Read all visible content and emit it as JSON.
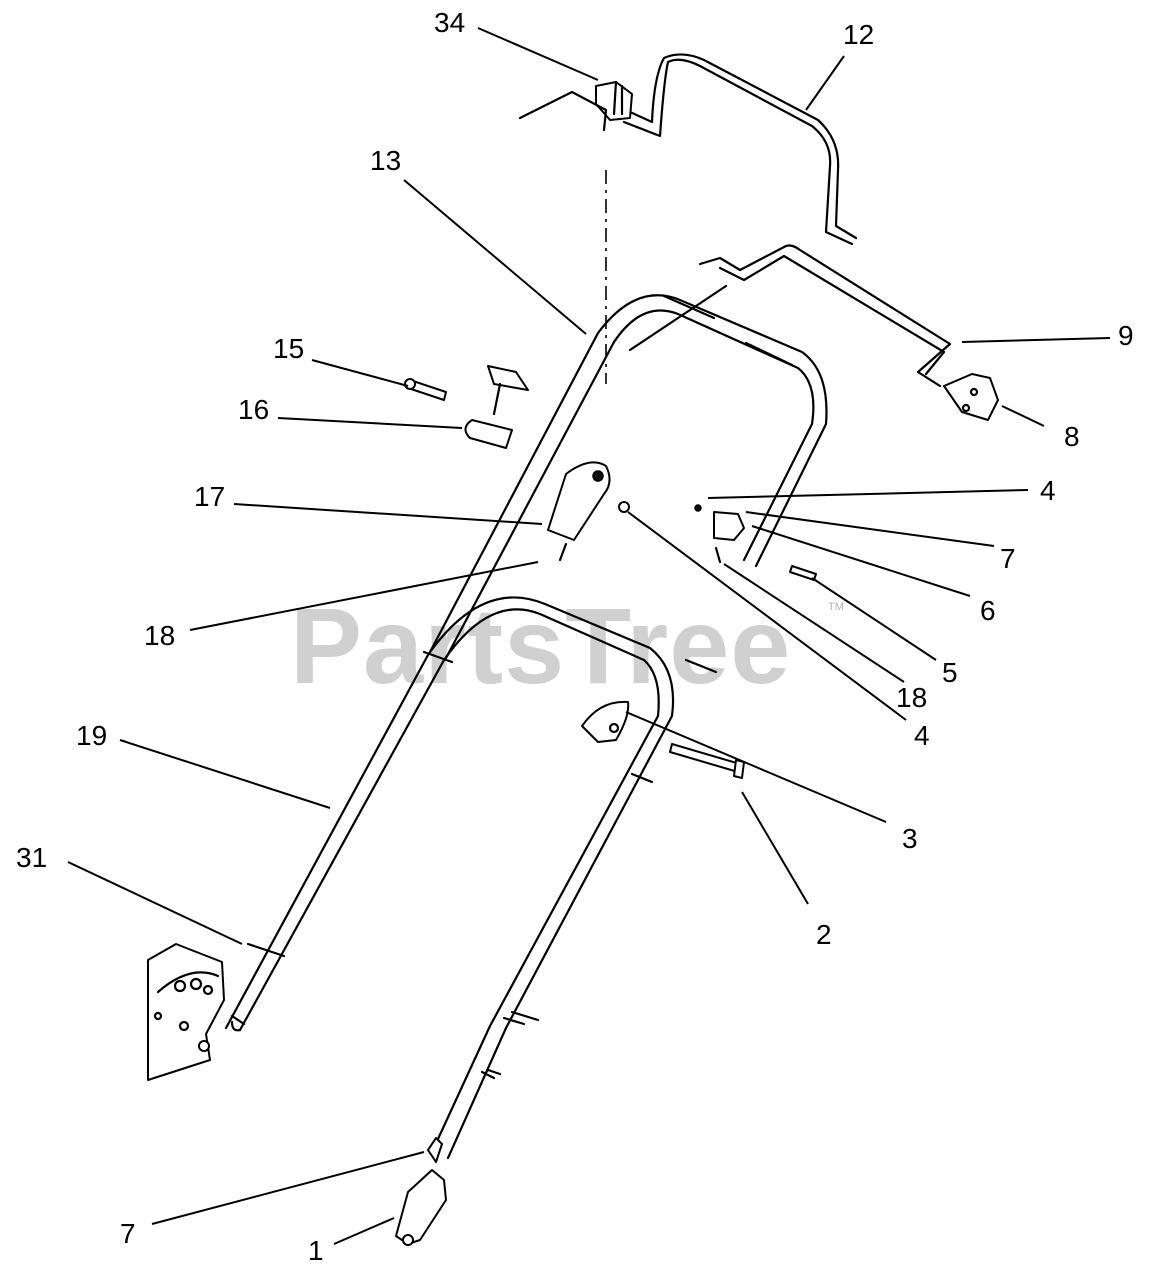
{
  "watermark": {
    "text": "PartsTree",
    "trademark": "TM"
  },
  "callouts": [
    {
      "id": "c34",
      "label": "34"
    },
    {
      "id": "c12",
      "label": "12"
    },
    {
      "id": "c13",
      "label": "13"
    },
    {
      "id": "c9",
      "label": "9"
    },
    {
      "id": "c15",
      "label": "15"
    },
    {
      "id": "c16",
      "label": "16"
    },
    {
      "id": "c8",
      "label": "8"
    },
    {
      "id": "c4a",
      "label": "4"
    },
    {
      "id": "c17",
      "label": "17"
    },
    {
      "id": "c7a",
      "label": "7"
    },
    {
      "id": "c6",
      "label": "6"
    },
    {
      "id": "c18a",
      "label": "18"
    },
    {
      "id": "c5",
      "label": "5"
    },
    {
      "id": "c18b",
      "label": "18"
    },
    {
      "id": "c4b",
      "label": "4"
    },
    {
      "id": "c19",
      "label": "19"
    },
    {
      "id": "c3",
      "label": "3"
    },
    {
      "id": "c31",
      "label": "31"
    },
    {
      "id": "c2",
      "label": "2"
    },
    {
      "id": "c7b",
      "label": "7"
    },
    {
      "id": "c1",
      "label": "1"
    }
  ]
}
